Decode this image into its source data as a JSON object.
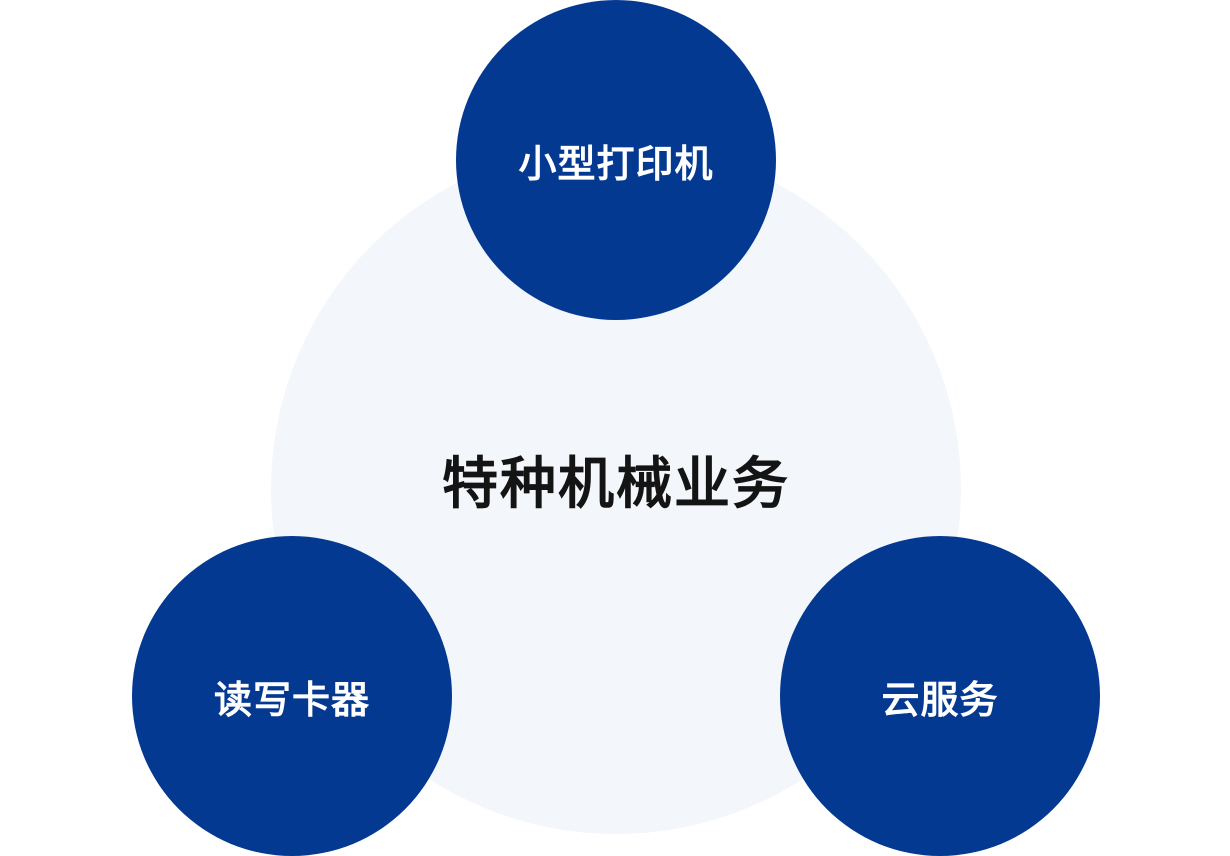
{
  "diagram": {
    "center": {
      "label": "特种机械业务",
      "fill": "#f3f6fa",
      "text_color": "#141414"
    },
    "nodes": [
      {
        "id": "top",
        "label": "小型打印机"
      },
      {
        "id": "left",
        "label": "读写卡器"
      },
      {
        "id": "right",
        "label": "云服务"
      }
    ],
    "node_fill": "#043991",
    "node_text_color": "#ffffff"
  }
}
